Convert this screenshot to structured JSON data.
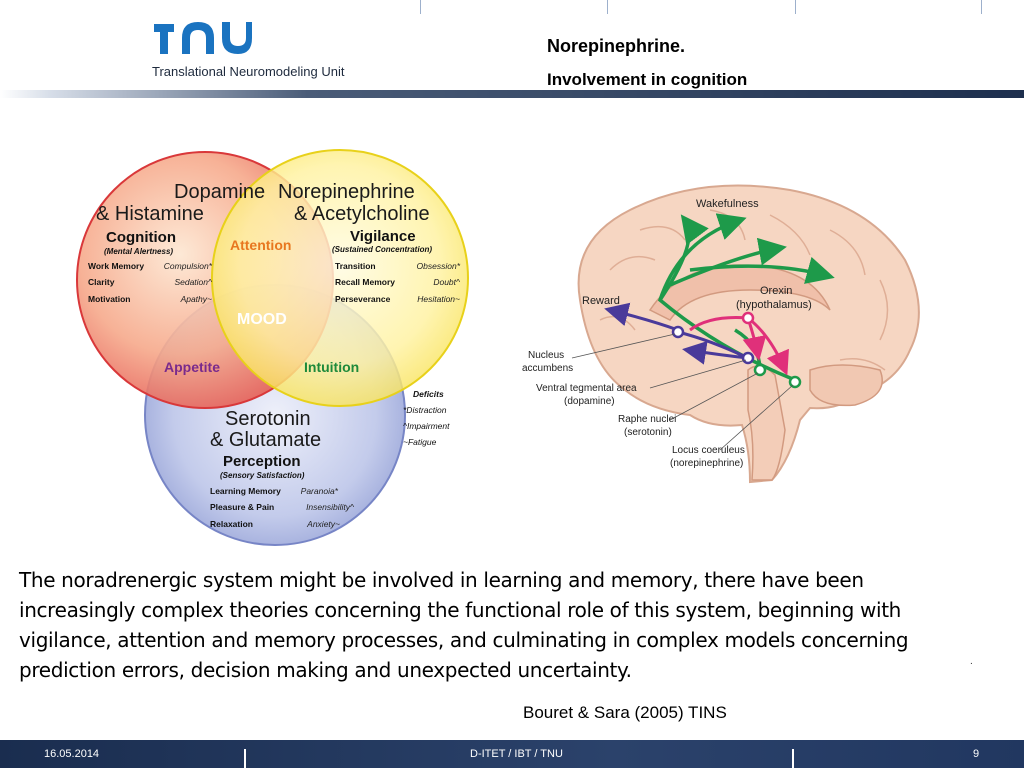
{
  "header": {
    "logo_text": "Translational Neuromodeling Unit",
    "title": "Norepinephrine.",
    "subtitle": "Involvement in cognition"
  },
  "venn": {
    "red": {
      "title1": "Dopamine",
      "title2": "& Histamine",
      "function": "Cognition",
      "function_sub": "(Mental Alertness)",
      "rows": [
        {
          "left": "Work Memory",
          "right": "Compulsion*"
        },
        {
          "left": "Clarity",
          "right": "Sedation^"
        },
        {
          "left": "Motivation",
          "right": "Apathy~"
        }
      ]
    },
    "yellow": {
      "title1": "Norepinephrine",
      "title2": "& Acetylcholine",
      "function": "Vigilance",
      "function_sub": "(Sustained Concentration)",
      "rows": [
        {
          "left": "Transition",
          "right": "Obsession*"
        },
        {
          "left": "Recall Memory",
          "right": "Doubt^"
        },
        {
          "left": "Perseverance",
          "right": "Hesitation~"
        }
      ]
    },
    "blue": {
      "title1": "Serotonin",
      "title2": "& Glutamate",
      "function": "Perception",
      "function_sub": "(Sensory Satisfaction)",
      "rows": [
        {
          "left": "Learning Memory",
          "right": "Paranoia*"
        },
        {
          "left": "Pleasure & Pain",
          "right": "Insensibility^"
        },
        {
          "left": "Relaxation",
          "right": "Anxiety~"
        }
      ]
    },
    "overlaps": {
      "attention": "Attention",
      "appetite": "Appetite",
      "intuition": "Intuition",
      "mood": "MOOD"
    },
    "deficits": {
      "title": "Deficits",
      "items": [
        "*Distraction",
        "^Impairment",
        "~Fatigue"
      ]
    }
  },
  "brain": {
    "labels": {
      "wakefulness": "Wakefulness",
      "reward": "Reward",
      "orexin1": "Orexin",
      "orexin2": "(hypothalamus)",
      "nucleus1": "Nucleus",
      "nucleus2": "accumbens",
      "vta1": "Ventral tegmental area",
      "vta2": "(dopamine)",
      "raphe1": "Raphe nuclei",
      "raphe2": "(serotonin)",
      "lc1": "Locus coeruleus",
      "lc2": "(norepinephrine)"
    },
    "colors": {
      "green": "#1e9a4a",
      "pink": "#e0307a",
      "purple": "#4a3a9a",
      "tissue": "#f6d6c2"
    }
  },
  "body_text": "The noradrenergic system might be involved in learning and memory, there have been increasingly complex theories concerning the functional role of this system, beginning with vigilance, attention and memory processes, and culminating in complex models concerning prediction errors, decision making and unexpected uncertainty.",
  "citation": "Bouret & Sara (2005) TINS",
  "footer": {
    "date": "16.05.2014",
    "center": "D-ITET / IBT / TNU",
    "page": "9"
  }
}
